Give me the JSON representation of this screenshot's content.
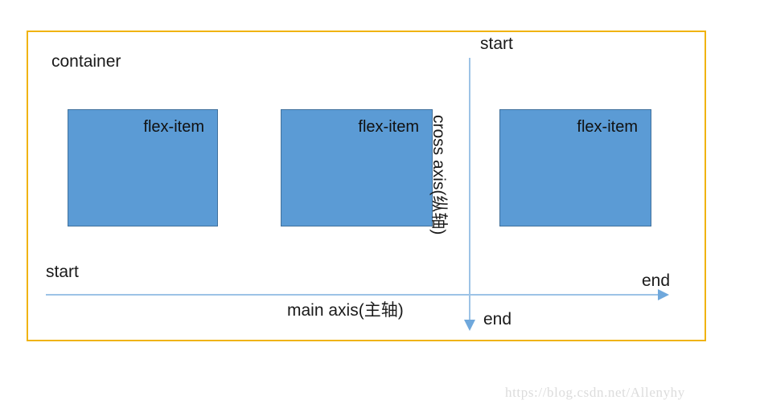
{
  "diagram": {
    "title": "flexbox main axis and cross axis diagram",
    "container": {
      "label": "container",
      "border_color": "#f0b310"
    },
    "items": [
      {
        "label": "flex-item"
      },
      {
        "label": "flex-item"
      },
      {
        "label": "flex-item"
      }
    ],
    "axes": {
      "main": {
        "label": "main axis(主轴)",
        "start_label": "start",
        "end_label": "end",
        "line_color": "#9dc3e6",
        "arrow_color": "#6fa8dc",
        "direction": "left-to-right"
      },
      "cross": {
        "label": "cross axis(纵轴)",
        "start_label": "start",
        "end_label": "end",
        "line_color": "#9dc3e6",
        "arrow_color": "#6fa8dc",
        "direction": "top-to-bottom"
      }
    },
    "item_fill_color": "#5b9bd5",
    "item_border_color": "#41719c"
  },
  "watermark": {
    "text": "https://blog.csdn.net/Allenyhy"
  }
}
